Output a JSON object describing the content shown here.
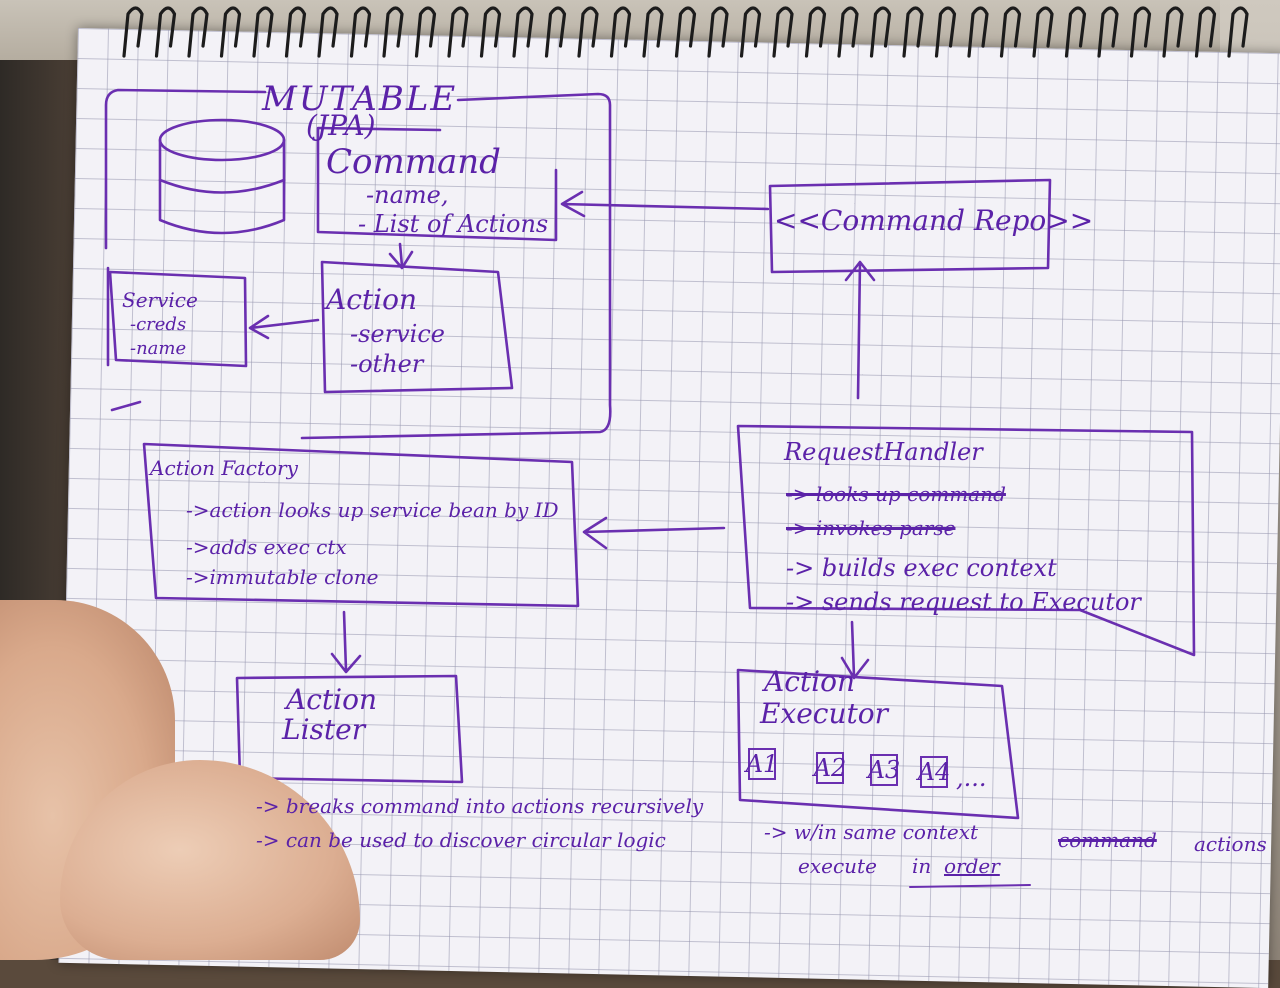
{
  "colors": {
    "ink": "#6a2fb0",
    "paper": "#f3f2f7",
    "grid": "#9696af"
  },
  "mutable_zone": {
    "title": "MUTABLE",
    "subtitle": "(JPA)"
  },
  "database": {
    "icon": "database-icon"
  },
  "command": {
    "title": "Command",
    "fields": [
      "-name,",
      "- List of Actions"
    ]
  },
  "action": {
    "title": "Action",
    "fields": [
      "-service",
      "-other"
    ]
  },
  "service": {
    "title": "Service",
    "fields": [
      "-creds",
      "-name"
    ]
  },
  "command_repo": {
    "title": "<<Command Repo>>"
  },
  "request_handler": {
    "title": "RequestHandler",
    "struck": [
      "-> looks up command",
      "-> invokes parse"
    ],
    "items": [
      "-> builds exec context",
      "-> sends request to Executor"
    ]
  },
  "action_factory": {
    "title": "Action Factory",
    "items": [
      "->action looks up service bean by ID",
      "->adds exec ctx",
      "->immutable clone"
    ]
  },
  "action_lister": {
    "title_line1": "Action",
    "title_line2": "Lister",
    "notes": [
      "-> breaks command into actions recursively",
      "-> can be used to discover circular logic"
    ]
  },
  "action_executor": {
    "title_line1": "Action",
    "title_line2": "Executor",
    "actions": [
      "A1",
      "A2",
      "A3",
      "A4"
    ],
    "ellipsis": ",...",
    "note_line1": "-> w/in same context",
    "note_struck": "command",
    "note_tail": "actions",
    "note_line2_pre": "execute",
    "note_line2_in": "in",
    "note_line2_order": "order"
  }
}
